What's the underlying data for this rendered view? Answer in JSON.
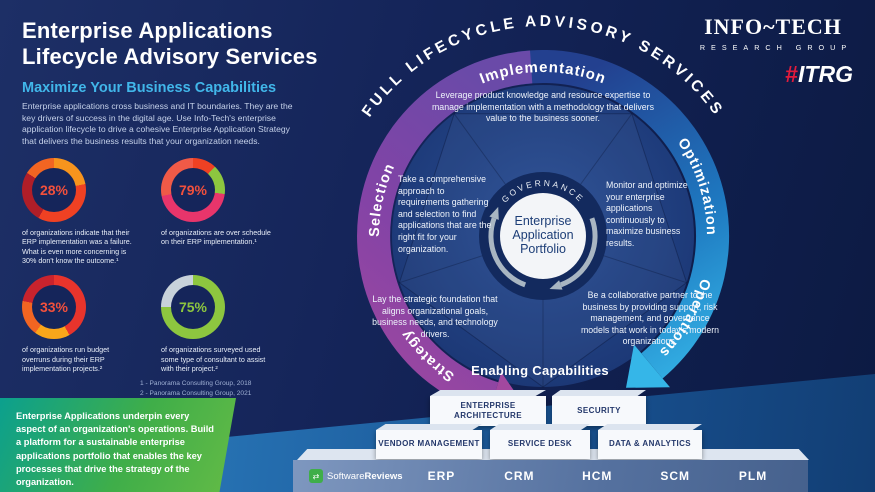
{
  "header": {
    "title_line1": "Enterprise Applications",
    "title_line2": "Lifecycle Advisory Services",
    "subtitle": "Maximize Your Business Capabilities",
    "intro": "Enterprise applications cross business and IT boundaries. They are the key drivers of success in the digital age. Use Info-Tech's enterprise application lifecycle to drive a cohesive Enterprise Application Strategy that delivers the business results that your organization needs."
  },
  "brand": {
    "name": "INFO~TECH",
    "division": "RESEARCH GROUP",
    "tag_hash": "#",
    "tag_rest": "ITRG"
  },
  "stats": [
    {
      "value": "28%",
      "color": "#f2503c",
      "desc": "of organizations indicate that their ERP implementation was a failure. What is even more concerning is 30% don't know the outcome.¹",
      "ring": [
        [
          "#f7941d",
          0,
          22
        ],
        [
          "#ef4123",
          22,
          58
        ],
        [
          "#b01e28",
          58,
          84
        ],
        [
          "#f26522",
          84,
          100
        ]
      ]
    },
    {
      "value": "79%",
      "color": "#f2503c",
      "desc": "of organizations are over schedule on their ERP implementation.¹",
      "ring": [
        [
          "#ef4123",
          0,
          12
        ],
        [
          "#8dc63f",
          12,
          27
        ],
        [
          "#e8356b",
          27,
          72
        ],
        [
          "#f05a47",
          72,
          100
        ]
      ]
    },
    {
      "value": "33%",
      "color": "#f2503c",
      "desc": "of organizations run budget overruns during their ERP implementation projects.²",
      "ring": [
        [
          "#e8342c",
          0,
          42
        ],
        [
          "#f9a61a",
          42,
          60
        ],
        [
          "#f26522",
          60,
          78
        ],
        [
          "#c9232d",
          78,
          100
        ]
      ]
    },
    {
      "value": "75%",
      "color": "#8dc63f",
      "desc": "of organizations surveyed used some type of consultant to assist with their project.²",
      "ring": [
        [
          "#8dc63f",
          0,
          75
        ],
        [
          "#c8d2da",
          75,
          100
        ]
      ]
    }
  ],
  "footnotes": [
    "1 - Panorama Consulting Group, 2018",
    "2 - Panorama Consulting Group, 2021"
  ],
  "callout": "Enterprise Applications underpin every aspect of an organization's operations. Build a platform for a sustainable enterprise applications portfolio that enables the key processes that drive the strategy of the organization.",
  "lifecycle": {
    "outer_title": "FULL LIFECYCLE ADVISORY SERVICES",
    "center": {
      "ring_label": "GOVERNANCE",
      "line1": "Enterprise",
      "line2": "Application",
      "line3": "Portfolio"
    },
    "segments": [
      {
        "label": "Implementation",
        "desc": "Leverage product knowledge and resource expertise to manage implementation with a methodology that delivers value to the business sooner."
      },
      {
        "label": "Optimization",
        "desc": "Monitor and optimize your enterprise applications continuously to maximize business results."
      },
      {
        "label": "Operations",
        "desc": "Be a collaborative partner to the business by providing support, risk management, and governance models that work in today's modern organizations."
      },
      {
        "label": "Strategy",
        "desc": "Lay the strategic foundation that aligns organizational goals, business needs, and technology drivers."
      },
      {
        "label": "Selection",
        "desc": "Take a comprehensive approach to requirements gathering and selection to find applications that are the right fit for your organization."
      }
    ]
  },
  "enabling": {
    "title": "Enabling Capabilities",
    "tier1": [
      "ENTERPRISE ARCHITECTURE",
      "SECURITY"
    ],
    "tier2": [
      "VENDOR MANAGEMENT",
      "SERVICE DESK",
      "DATA & ANALYTICS"
    ],
    "platform": {
      "brand_a": "Software",
      "brand_b": "Reviews",
      "apps": [
        "ERP",
        "CRM",
        "HCM",
        "SCM",
        "PLM"
      ]
    }
  },
  "colors": {
    "accent_blue": "#41b6e9",
    "navy": "#15255a",
    "green": "#3fae49",
    "red": "#f2503c",
    "purple": "#8a49a7",
    "cyan": "#35b6e8"
  }
}
